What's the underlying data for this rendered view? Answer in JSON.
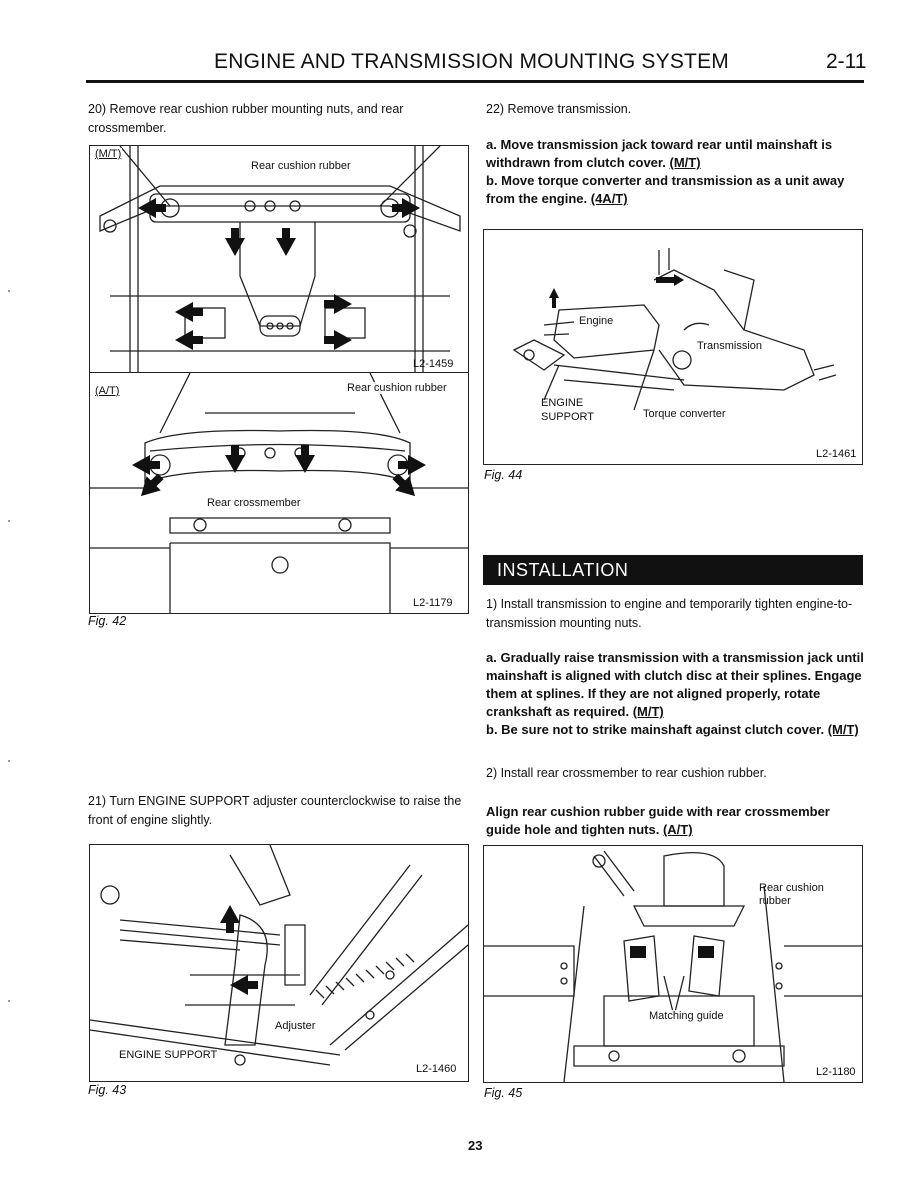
{
  "header": {
    "title": "ENGINE AND TRANSMISSION MOUNTING SYSTEM",
    "section": "2-11"
  },
  "left": {
    "step20": "20) Remove rear cushion rubber mounting nuts, and rear crossmember.",
    "fig42": {
      "mt_tag": "(M/T)",
      "mt_label": "Rear cushion rubber",
      "mt_code": "L2-1459",
      "at_tag": "(A/T)",
      "at_label_rubber": "Rear cushion rubber",
      "at_label_cross": "Rear crossmember",
      "at_code": "L2-1179",
      "caption": "Fig. 42"
    },
    "step21": "21) Turn ENGINE SUPPORT adjuster counterclockwise to raise the front of engine slightly.",
    "fig43": {
      "label_adjuster": "Adjuster",
      "label_support": "ENGINE SUPPORT",
      "code": "L2-1460",
      "caption": "Fig. 43"
    }
  },
  "right": {
    "step22": "22) Remove transmission.",
    "note22a": "a. Move transmission jack toward rear until mainshaft is withdrawn from clutch cover.",
    "note22a_tag": "(M/T)",
    "note22b": "b. Move torque converter and transmission as a unit away from the engine.",
    "note22b_tag": "(4A/T)",
    "fig44": {
      "label_engine": "Engine",
      "label_transmission": "Transmission",
      "label_support": "ENGINE SUPPORT",
      "label_torque": "Torque converter",
      "code": "L2-1461",
      "caption": "Fig. 44"
    },
    "installation": "INSTALLATION",
    "inst1": "1) Install transmission to engine and temporarily tighten engine-to-transmission mounting nuts.",
    "inst1a": "a. Gradually raise transmission with a transmission jack until mainshaft is aligned with clutch disc at their splines. Engage them at splines. If they are not aligned properly, rotate crankshaft as required.",
    "inst1a_tag": "(M/T)",
    "inst1b": "b. Be sure not to strike mainshaft against clutch cover.",
    "inst1b_tag": "(M/T)",
    "inst2": "2) Install rear crossmember to rear cushion rubber.",
    "inst2note": "Align rear cushion rubber guide with rear crossmember guide hole and tighten nuts.",
    "inst2note_tag": "(A/T)",
    "fig45": {
      "label_rubber": "Rear cushion rubber",
      "label_guide": "Matching guide",
      "code": "L2-1180",
      "caption": "Fig. 45"
    }
  },
  "footer": {
    "page": "23"
  }
}
